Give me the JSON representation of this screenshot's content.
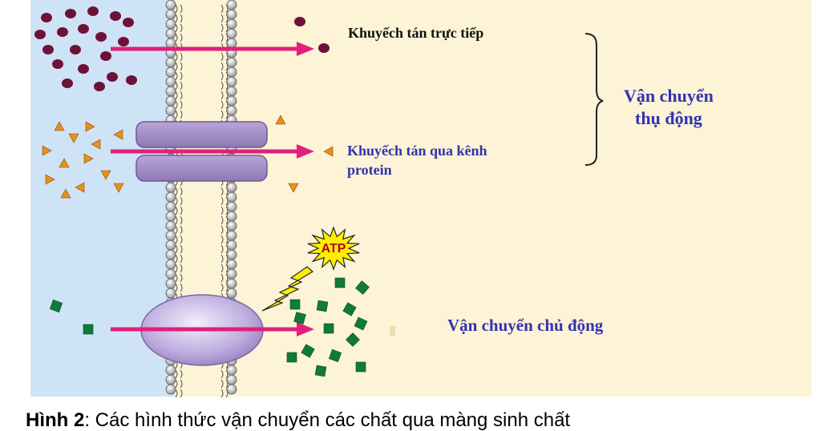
{
  "labels": {
    "direct_diffusion": "Khuyếch tán  trực tiếp",
    "channel_diffusion_line1": "Khuyếch tán  qua kênh",
    "channel_diffusion_line2": "protein",
    "passive_line1": "Vận chuyển",
    "passive_line2": "thụ động",
    "active_transport": "Vận chuyển chủ động",
    "atp": "ATP"
  },
  "caption": {
    "prefix": "Hình 2",
    "text": ": Các hình thức vận chuyển các chất qua màng sinh chất"
  },
  "colors": {
    "outside_bg": "#cfe3f7",
    "inside_bg": "#fdf3d6",
    "arrow": "#e0207a",
    "molecule": "#6e1138",
    "triangle": "#e8901c",
    "square": "#0f7a3a",
    "channel": "#a38cc3",
    "pump": "#c7b6e6",
    "passive_text": "#3232b0",
    "atp_star": "#ffee00"
  }
}
